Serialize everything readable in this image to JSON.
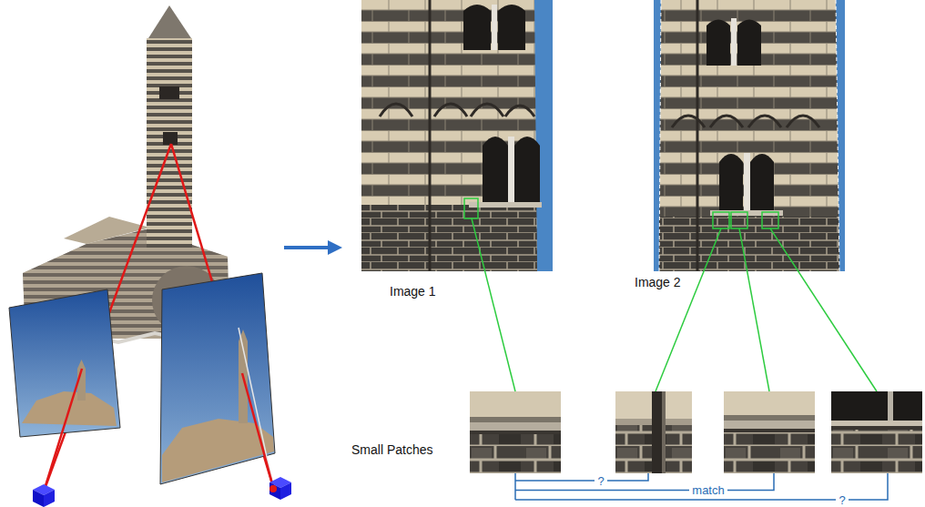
{
  "diagram": {
    "labels": [
      "Image 1",
      "Image 2",
      "Small Patches",
      "?",
      "match",
      "?"
    ]
  }
}
